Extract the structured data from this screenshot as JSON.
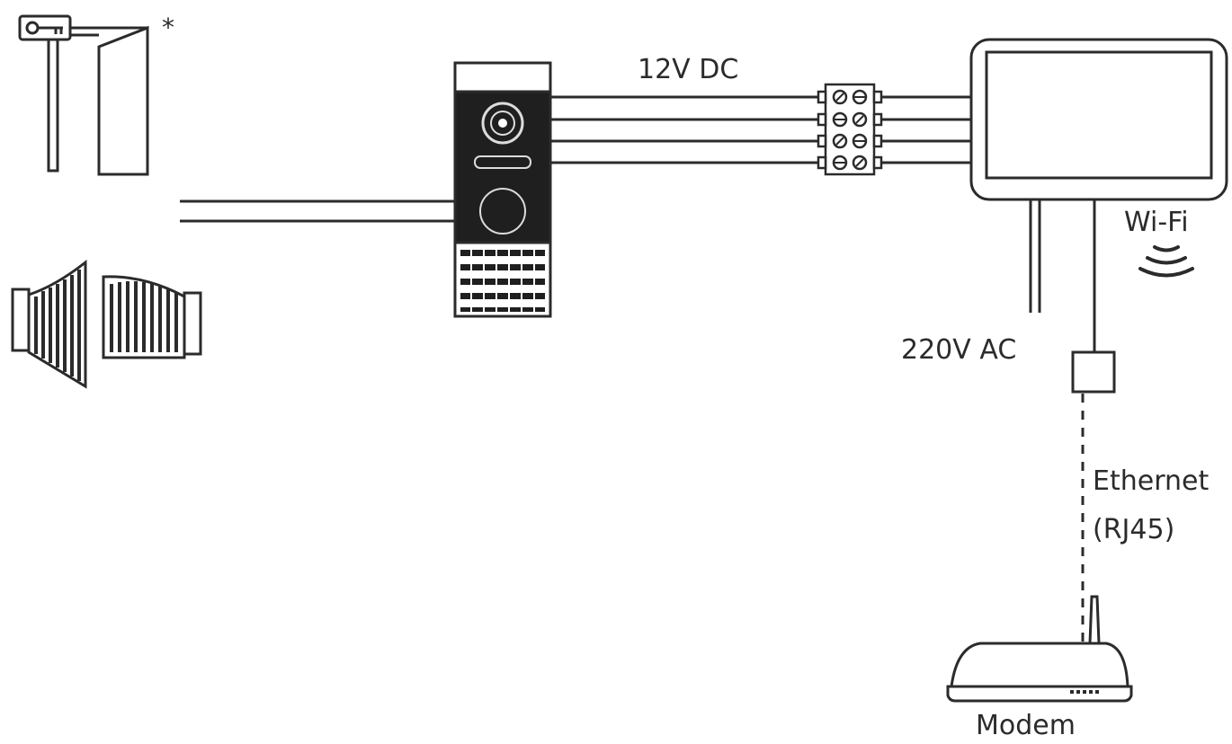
{
  "labels": {
    "asterisk": "*",
    "power": "12V DC",
    "mains": "220V AC",
    "wireless": "Wi-Fi",
    "ethernet_line1": "Ethernet",
    "ethernet_line2": "(RJ45)",
    "modem": "Modem"
  },
  "icons": {
    "lock": "electric-lock-icon",
    "gate": "swing-gate-icon",
    "outdoor_panel": "video-door-station-icon",
    "terminal_block": "terminal-block-icon",
    "monitor": "indoor-monitor-icon",
    "wifi": "wifi-signal-icon",
    "socket": "rj45-socket-icon",
    "router": "modem-router-icon"
  },
  "colors": {
    "line": "#2b2b2b",
    "panel": "#1f1f1f",
    "background": "#ffffff"
  }
}
